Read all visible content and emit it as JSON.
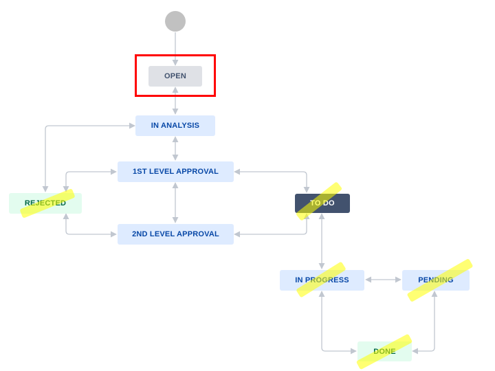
{
  "nodes": {
    "open": "OPEN",
    "in_analysis": "IN ANALYSIS",
    "first_level_approval": "1ST LEVEL APPROVAL",
    "second_level_approval": "2ND LEVEL APPROVAL",
    "rejected": "REJECTED",
    "to_do": "TO DO",
    "in_progress": "IN PROGRESS",
    "pending": "PENDING",
    "done": "DONE"
  },
  "colors": {
    "edge": "#c1c7d0",
    "selection": "#ff0000",
    "highlight": "#ffff00",
    "status_gray": "#dfe1e6",
    "status_blue": "#deebff",
    "status_green": "#e3fcef",
    "status_dark": "#42526e"
  }
}
